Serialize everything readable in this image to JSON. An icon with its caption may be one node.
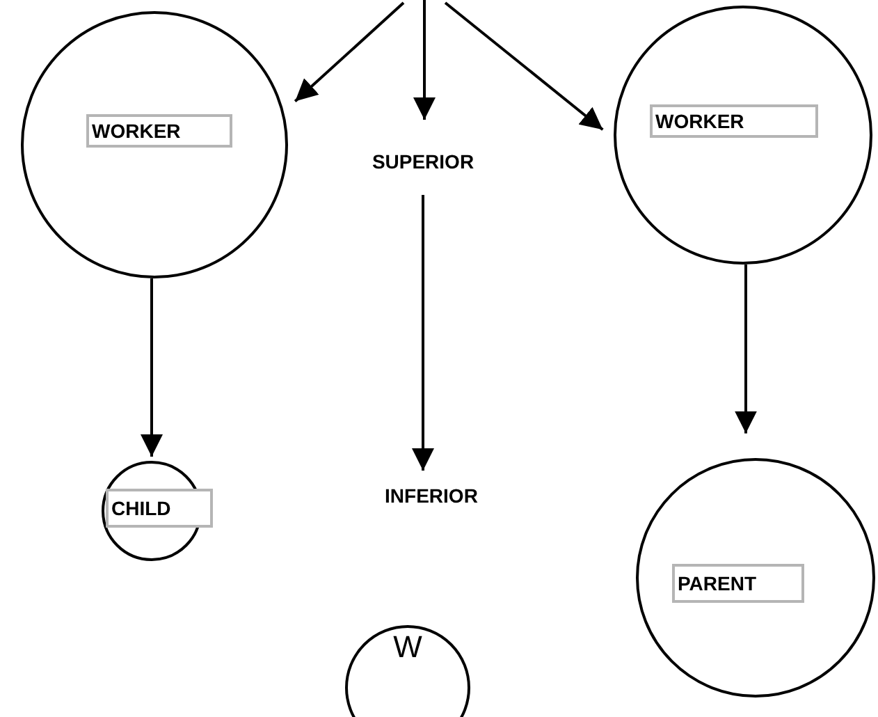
{
  "diagram": {
    "nodes": [
      {
        "text": [
          "WORKER"
        ]
      },
      {
        "text": [
          "SUPERIOR"
        ]
      },
      {
        "text": [
          "WORKER"
        ]
      },
      {
        "text": [
          "CHILD"
        ]
      },
      {
        "text": [
          "INFERIOR"
        ]
      },
      {
        "text": [
          "PARENT"
        ]
      },
      {
        "text": [
          "W"
        ]
      }
    ],
    "edges": [
      {
        "from": null,
        "to": 0,
        "arrow": "to"
      },
      {
        "from": null,
        "to": 1,
        "arrow": "to"
      },
      {
        "from": null,
        "to": 2,
        "arrow": "to"
      },
      {
        "from": 1,
        "to": 4,
        "arrow": "to"
      },
      {
        "from": 0,
        "to": 3,
        "arrow": "to"
      },
      {
        "from": 2,
        "to": 5,
        "arrow": "to"
      }
    ]
  }
}
